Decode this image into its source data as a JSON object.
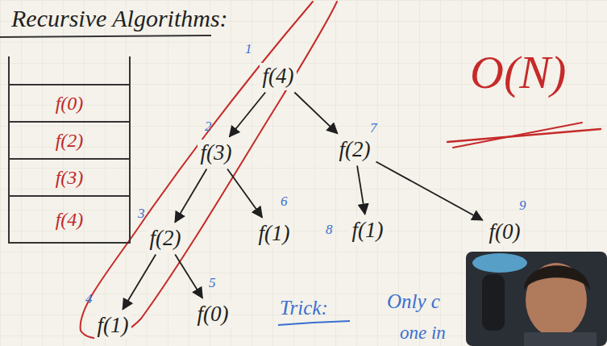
{
  "diagram": {
    "title": "Recursive Algorithms:",
    "nodes": [
      {
        "text": []
      },
      {
        "text": [
          "f(0)"
        ],
        "in": 0
      },
      {
        "text": [
          "f(2)"
        ],
        "in": 0
      },
      {
        "text": [
          "f(3)"
        ],
        "in": 0
      },
      {
        "text": [
          "f(4)"
        ],
        "in": 0
      },
      {
        "text": [
          "f(4)"
        ]
      },
      {
        "text": [
          "f(3)"
        ]
      },
      {
        "text": [
          "f(2)"
        ]
      },
      {
        "text": [
          "f(2)"
        ]
      },
      {
        "text": [
          "f(1)"
        ]
      },
      {
        "text": [
          "f(1)"
        ]
      },
      {
        "text": [
          "f(0)"
        ]
      },
      {
        "text": [
          "f(1)"
        ]
      },
      {
        "text": [
          "f(0)"
        ]
      }
    ],
    "edges": [
      {
        "from": 5,
        "to": 6,
        "arrow": "to"
      },
      {
        "from": 5,
        "to": 7,
        "arrow": "to"
      },
      {
        "from": 6,
        "to": 8,
        "arrow": "to"
      },
      {
        "from": 6,
        "to": 9,
        "arrow": "to"
      },
      {
        "from": 7,
        "to": 10,
        "arrow": "to"
      },
      {
        "from": 7,
        "to": 11,
        "arrow": "to"
      },
      {
        "from": 8,
        "to": 12,
        "arrow": "to"
      },
      {
        "from": 8,
        "to": 13,
        "arrow": "to"
      }
    ],
    "labels": [
      "1",
      "2",
      "3",
      "4",
      "5",
      "6",
      "7",
      "8",
      "9",
      "O(N)",
      "Trick:",
      "Only c",
      "one in"
    ]
  }
}
